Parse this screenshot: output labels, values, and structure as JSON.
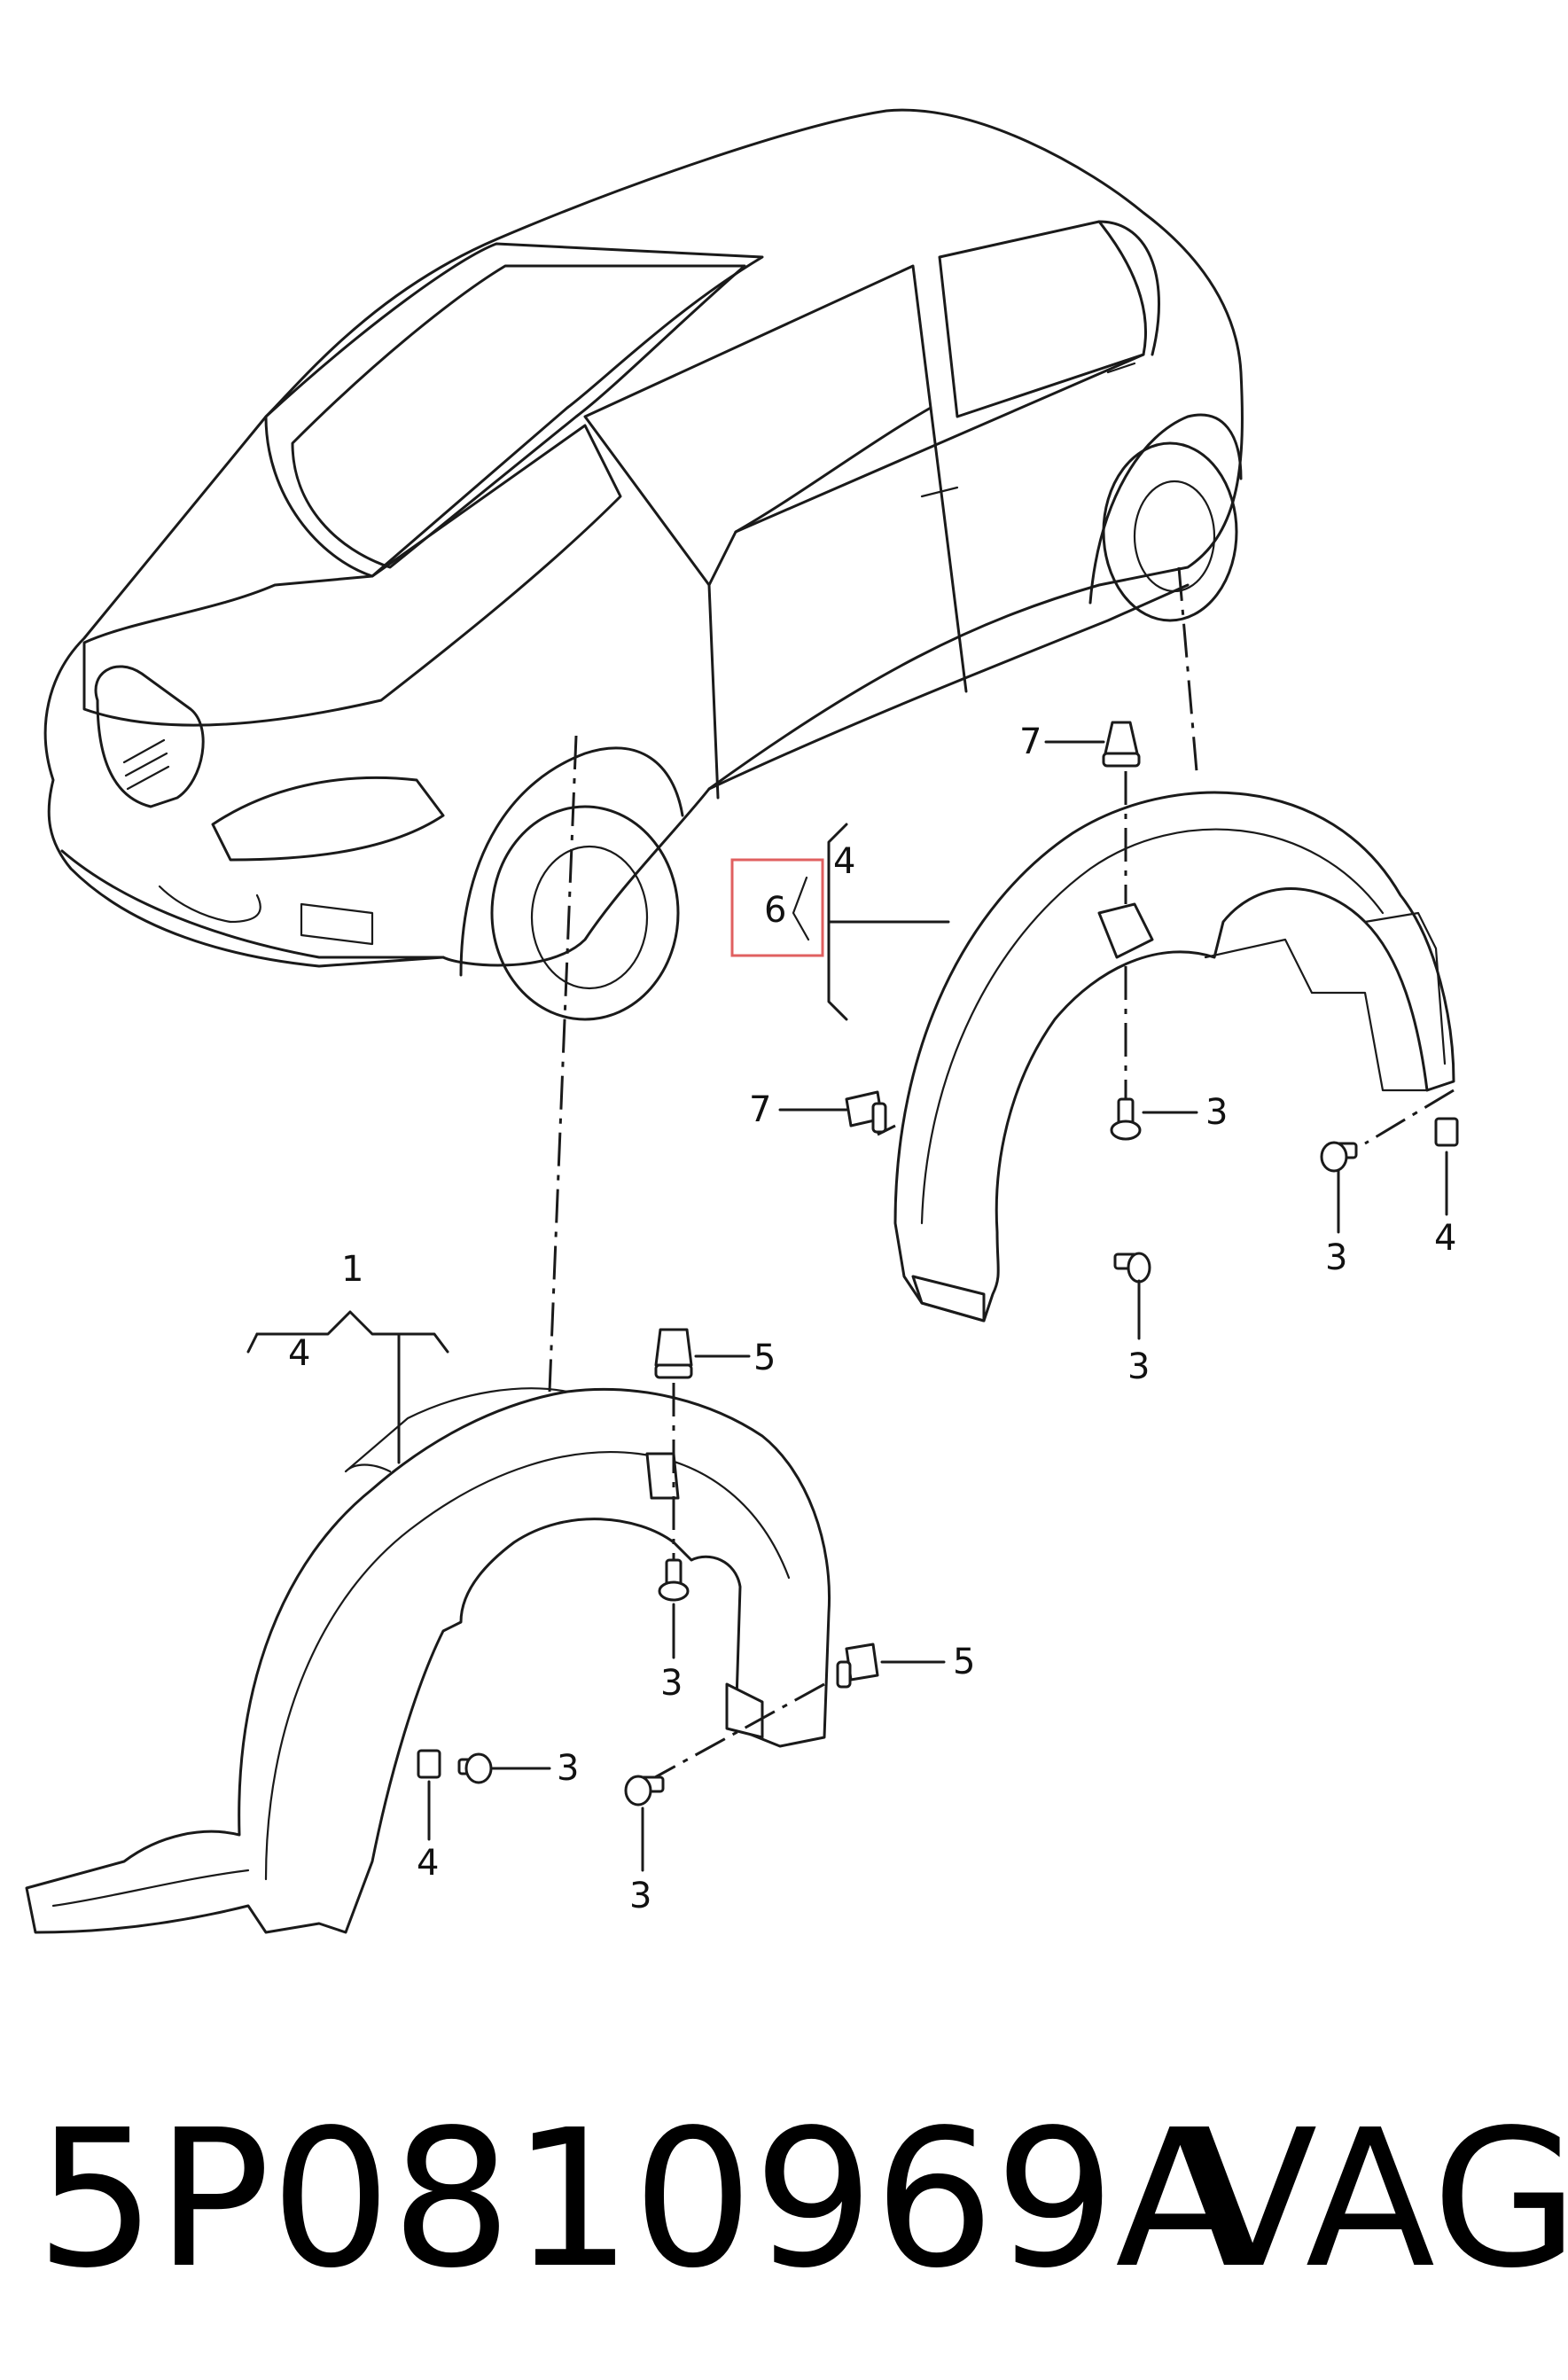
{
  "part_number": "5P0810969A",
  "brand": "VAG",
  "highlight_color": "#e06060",
  "callouts": {
    "front_liner": "1",
    "front_bracket_qty": "4",
    "screw_a": "3",
    "screw_b": "3",
    "screw_c": "3",
    "nut_front": "4",
    "clip_top": "5",
    "clip_side": "5",
    "rear_liner": "6",
    "rear_bracket_qty": "4",
    "screw_rear_inner": "3",
    "screw_rear_low": "3",
    "screw_rear_right": "3",
    "nut_rear": "4",
    "rivet_top": "7",
    "rivet_side": "7"
  }
}
